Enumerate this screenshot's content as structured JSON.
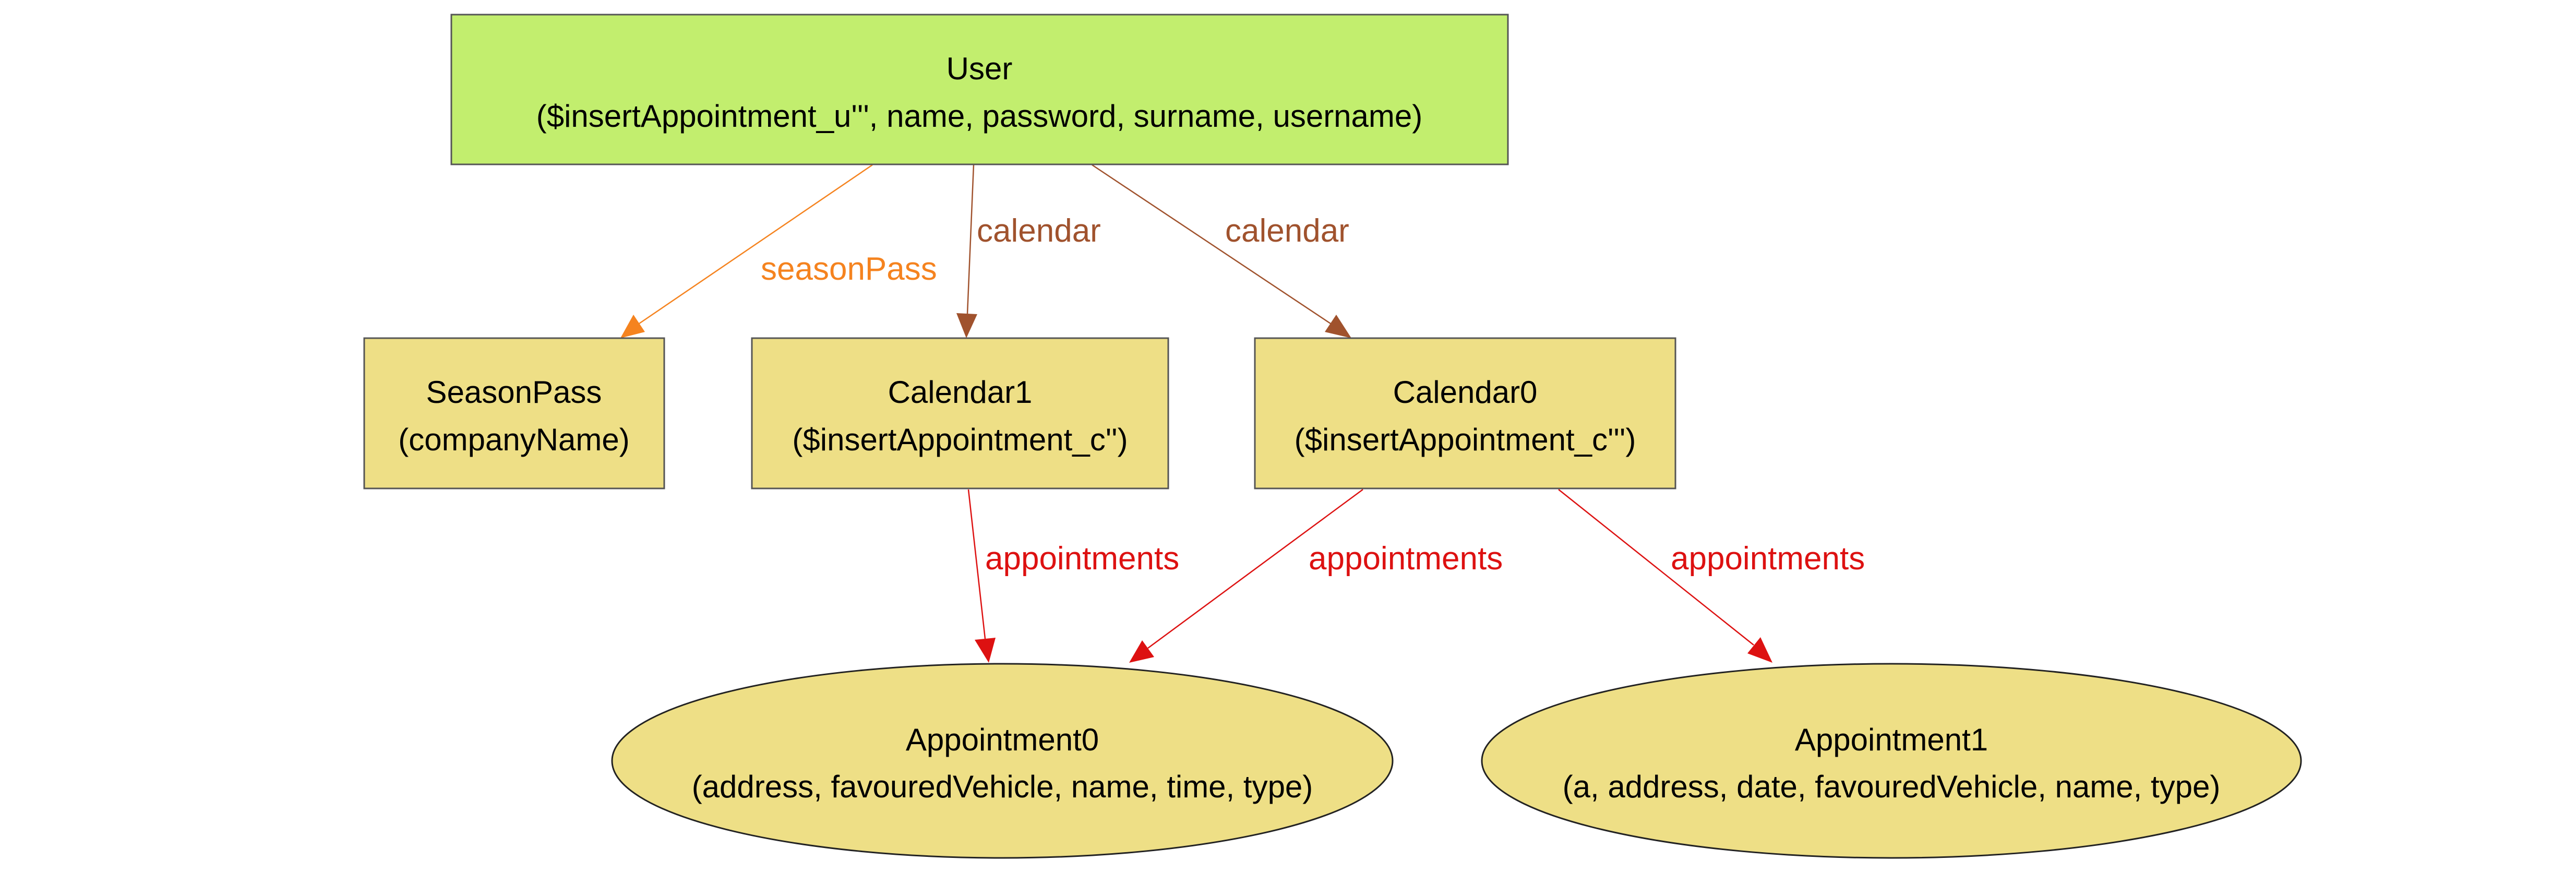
{
  "colors": {
    "user_fill": "#c2ee6e",
    "node_fill": "#eedf86",
    "node_stroke": "#555555",
    "ellipse_stroke": "#222222",
    "edge_season": "#f5831f",
    "edge_calendar": "#a0522d",
    "edge_appointments": "#dd1111"
  },
  "nodes": {
    "user": {
      "name": "User",
      "attrs": "($insertAppointment_u''', name, password, surname, username)"
    },
    "seasonpass": {
      "name": "SeasonPass",
      "attrs": "(companyName)"
    },
    "calendar1": {
      "name": "Calendar1",
      "attrs": "($insertAppointment_c'')"
    },
    "calendar0": {
      "name": "Calendar0",
      "attrs": "($insertAppointment_c''')"
    },
    "appointment0": {
      "name": "Appointment0",
      "attrs": "(address, favouredVehicle, name, time, type)"
    },
    "appointment1": {
      "name": "Appointment1",
      "attrs": "(a, address, date, favouredVehicle, name, type)"
    }
  },
  "edges": {
    "user_seasonpass": {
      "label": "seasonPass"
    },
    "user_calendar1": {
      "label": "calendar"
    },
    "user_calendar0": {
      "label": "calendar"
    },
    "calendar1_appointment0": {
      "label": "appointments"
    },
    "calendar0_appointment0": {
      "label": "appointments"
    },
    "calendar0_appointment1": {
      "label": "appointments"
    }
  }
}
